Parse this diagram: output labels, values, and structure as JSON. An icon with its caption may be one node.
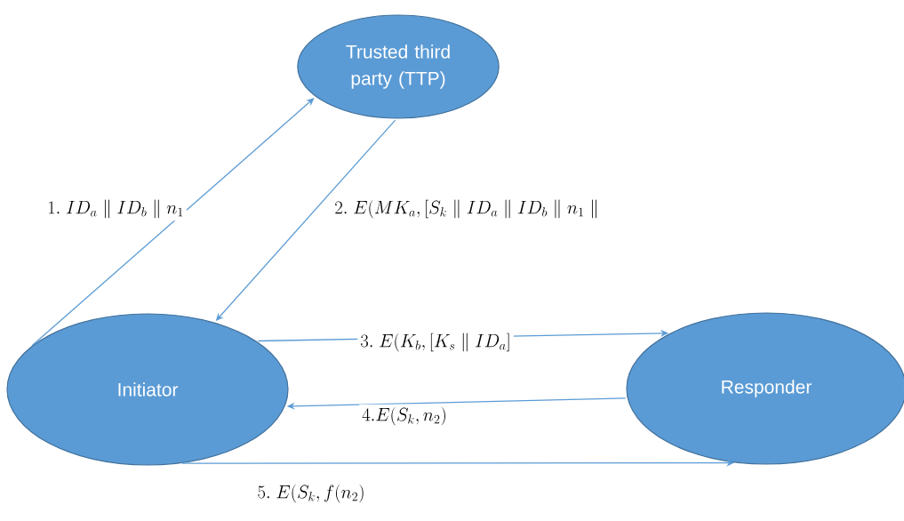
{
  "diagram": {
    "nodes": [
      {
        "text": [
          "Initiator"
        ]
      },
      {
        "text": [
          "Trusted third party (TTP)"
        ]
      },
      {
        "text": [
          "Responder"
        ]
      }
    ],
    "edges": [
      {
        "from": 0,
        "to": 1,
        "arrow": "to",
        "label": "1.\\ ID_a \\parallel ID_b \\parallel n_1"
      },
      {
        "from": 1,
        "to": 0,
        "arrow": "to",
        "label": "2.\\ E(MK_a, [S_k \\parallel ID_a \\parallel ID_b \\parallel n_1 \\parallel"
      },
      {
        "from": 0,
        "to": 2,
        "arrow": "to",
        "label": "3.\\ E(K_b, [K_s \\parallel ID_a]"
      },
      {
        "from": 2,
        "to": 0,
        "arrow": "to",
        "label": "4.E(S_k, n_2)"
      },
      {
        "from": 0,
        "to": 2,
        "arrow": "to",
        "label": "5.\\ E(S_k, f(n_2)"
      }
    ]
  }
}
